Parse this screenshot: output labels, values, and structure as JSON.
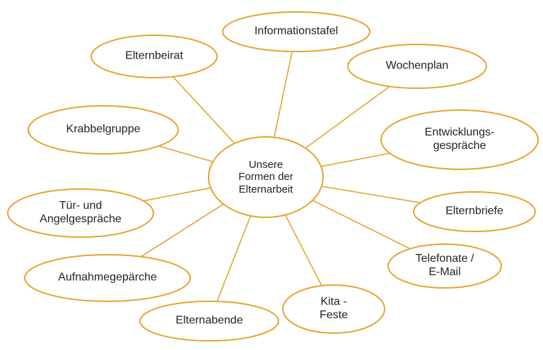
{
  "diagram": {
    "title": "Unsere Formen der Elternarbeit",
    "type": "radial-mind-map",
    "colors": {
      "outline": "#E3A52F",
      "text": "#222222",
      "background": "#FFFFFF"
    },
    "center": {
      "label": "Unsere\nFormen der\nElternarbeit"
    },
    "nodes": [
      {
        "id": "informationstafel",
        "label": "Informationstafel"
      },
      {
        "id": "wochenplan",
        "label": "Wochenplan"
      },
      {
        "id": "entwicklungsgespraeche",
        "label": "Entwicklungs-\ngespräche"
      },
      {
        "id": "elternbriefe",
        "label": "Elternbriefe"
      },
      {
        "id": "telefonate-email",
        "label": "Telefonate /\nE-Mail"
      },
      {
        "id": "kita-feste",
        "label": "Kita -\nFeste"
      },
      {
        "id": "elternabende",
        "label": "Elternabende"
      },
      {
        "id": "aufnahmegepaerche",
        "label": "Aufnahmegepärche"
      },
      {
        "id": "tuer-und-angelgespraeche",
        "label": "Tür- und\nAngelgespräche"
      },
      {
        "id": "krabbelgruppe",
        "label": "Krabbelgruppe"
      },
      {
        "id": "elternbeirat",
        "label": "Elternbeirat"
      }
    ]
  }
}
